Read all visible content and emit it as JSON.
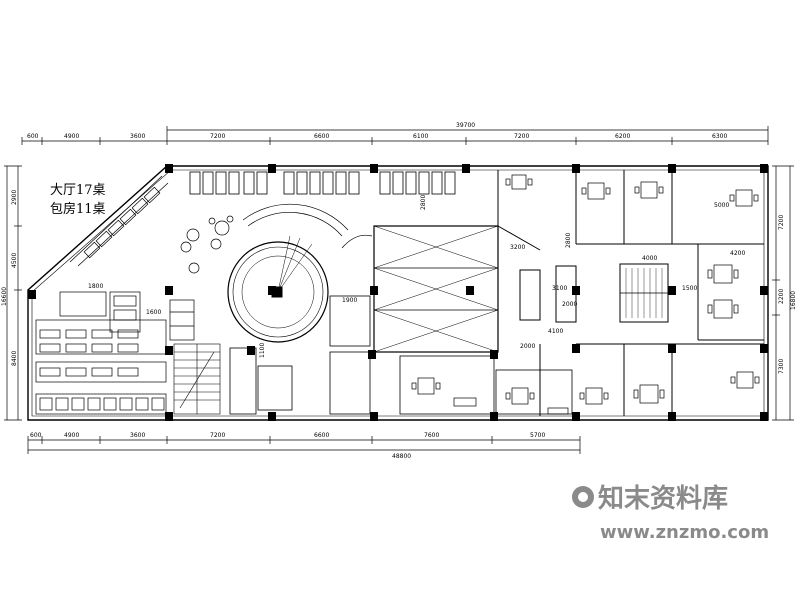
{
  "note": {
    "line1": "大厅17桌",
    "line2": "包房11桌"
  },
  "dims_top_small": [
    "600",
    "4900",
    "3600",
    "7200",
    "6600",
    "6100",
    "7200",
    "6200",
    "6300"
  ],
  "dims_top_total": "39700",
  "dims_bottom_small": [
    "600",
    "4900",
    "3600",
    "7200",
    "6600",
    "7600",
    "5700"
  ],
  "dims_bottom_total": "48800",
  "dims_left": [
    "2900",
    "4500",
    "8400"
  ],
  "dims_left_total": "16600",
  "dims_right": [
    "7200",
    "2200",
    "7300"
  ],
  "dims_right_total": "16800",
  "room_dims": [
    "3200",
    "2800",
    "4000",
    "1500",
    "3100",
    "1900",
    "4100",
    "2000",
    "5000",
    "1800",
    "4200",
    "2800",
    "2000",
    "1600",
    "1100"
  ],
  "watermark": {
    "brand": "知末资料库",
    "url": "www.znzmo.com"
  },
  "colors": {
    "line": "#000000",
    "watermark": "#8a8a8a"
  }
}
